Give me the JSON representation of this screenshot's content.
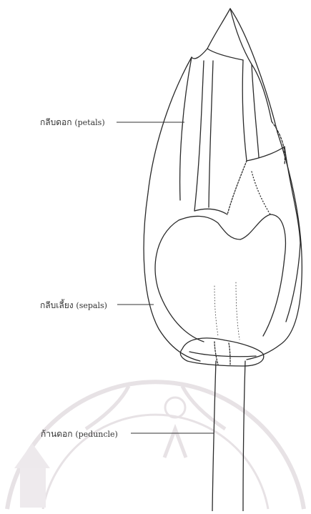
{
  "labels": {
    "petals": {
      "thai": "กลีบดอก",
      "english": "(petals)"
    },
    "sepals": {
      "thai": "กลีบเลี้ยง",
      "english": "(sepals)"
    },
    "peduncle": {
      "thai": "ก้านดอก",
      "english": "(peduncle)"
    }
  },
  "colors": {
    "ink": "#2a2a2a",
    "watermark": "#d9d3d8"
  }
}
